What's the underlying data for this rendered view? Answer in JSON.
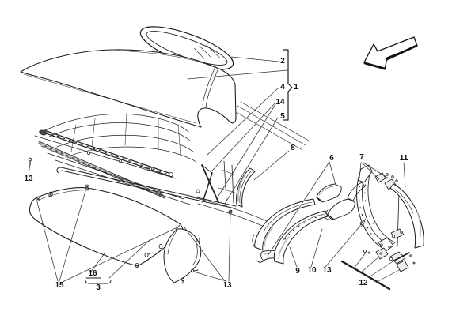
{
  "figure": {
    "type": "exploded-parts-diagram",
    "subject": "convertible soft top, trim arcs and panels",
    "background": "#ffffff",
    "line_color": "#1c1c1c",
    "shade_gray": "#b5b5b5"
  },
  "icons": {
    "direction_arrow": "arrow-pointing-lower-left"
  },
  "callouts": {
    "c1": {
      "label": "1"
    },
    "c2": {
      "label": "2"
    },
    "c3": {
      "label": "3"
    },
    "c4": {
      "label": "4"
    },
    "c5": {
      "label": "5"
    },
    "c6": {
      "label": "6"
    },
    "c7": {
      "label": "7"
    },
    "c8": {
      "label": "8"
    },
    "c9": {
      "label": "9"
    },
    "c10": {
      "label": "10"
    },
    "c11": {
      "label": "11"
    },
    "c12": {
      "label": "12"
    },
    "c13_left": {
      "label": "13"
    },
    "c13_mid": {
      "label": "13"
    },
    "c13_right": {
      "label": "13"
    },
    "c14": {
      "label": "14"
    },
    "c15": {
      "label": "15"
    },
    "c16": {
      "label": "16"
    }
  }
}
